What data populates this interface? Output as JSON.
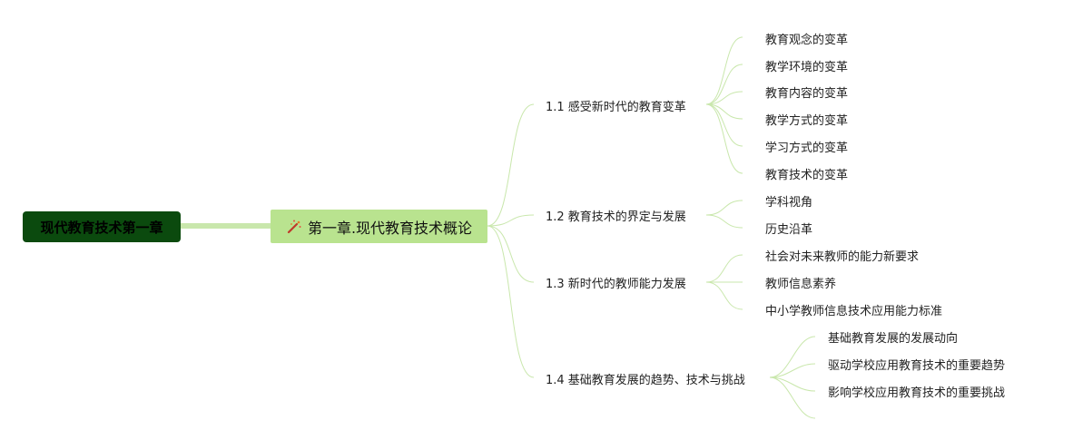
{
  "root": {
    "label": "现代教育技术第一章"
  },
  "chapter": {
    "label": "第一章.现代教育技术概论",
    "icon": "magic-wand-icon"
  },
  "colors": {
    "root_bg": "#0b4a0e",
    "chapter_bg": "#b9e38f",
    "connector": "#c9e7ac"
  },
  "sections": [
    {
      "label": "1.1 感受新时代的教育变革",
      "children": [
        "教育观念的变革",
        "教学环境的变革",
        "教育内容的变革",
        "教学方式的变革",
        "学习方式的变革",
        "教育技术的变革"
      ]
    },
    {
      "label": "1.2 教育技术的界定与发展",
      "children": [
        "学科视角",
        "历史沿革"
      ]
    },
    {
      "label": "1.3 新时代的教师能力发展",
      "children": [
        "社会对未来教师的能力新要求",
        "教师信息素养",
        "中小学教师信息技术应用能力标准"
      ]
    },
    {
      "label": "1.4 基础教育发展的趋势、技术与挑战",
      "children": [
        "基础教育发展的发展动向",
        "驱动学校应用教育技术的重要趋势",
        "影响学校应用教育技术的重要挑战",
        ""
      ]
    }
  ]
}
